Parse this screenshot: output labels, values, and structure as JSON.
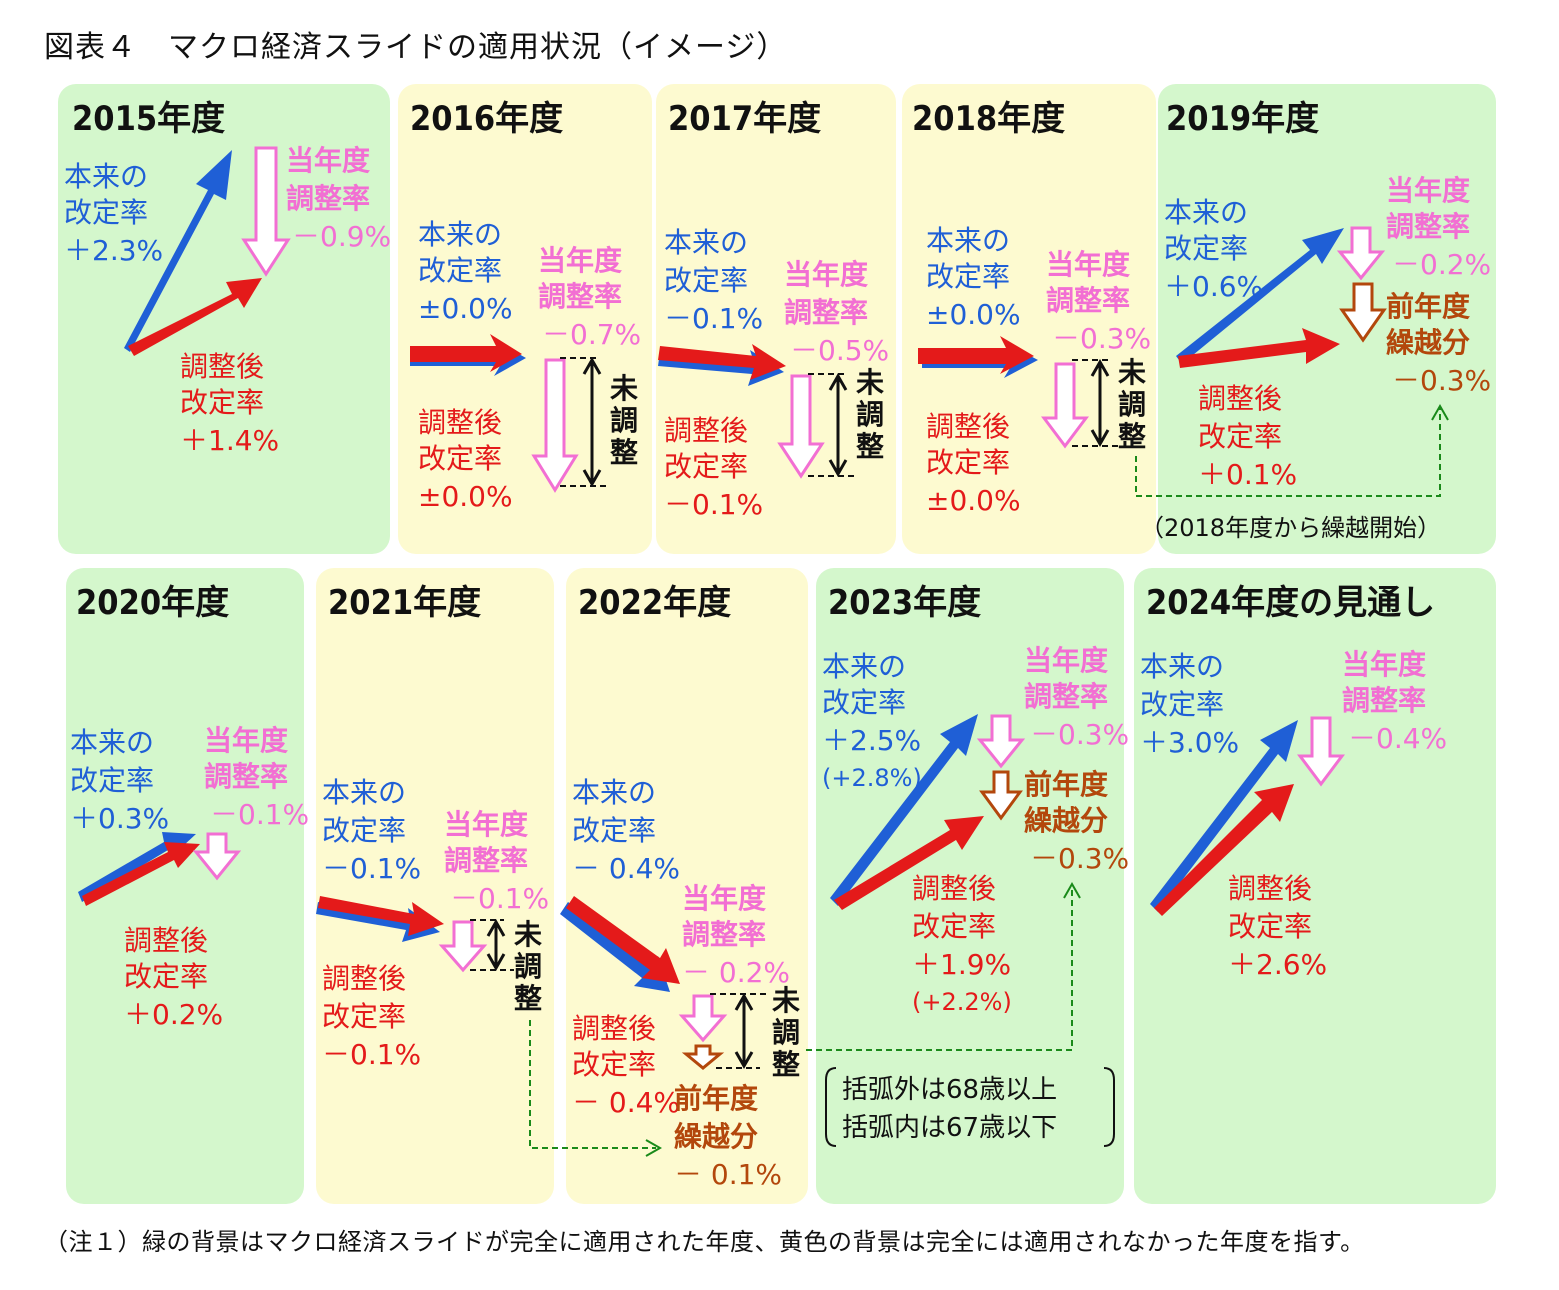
{
  "title": "図表４　マクロ経済スライドの適用状況（イメージ）",
  "note": "（注１）緑の背景はマクロ経済スライドが完全に適用された年度、黄色の背景は完全には適用されなかった年度を指す。",
  "colors": {
    "green_bg": "#d4f7cc",
    "yellow_bg": "#fdfad0",
    "blue": "#1f5fd6",
    "red": "#e41a1a",
    "pink": "#f26fd3",
    "brown": "#b3470c"
  },
  "labels": {
    "honrai_1": "本来の",
    "honrai_2": "改定率",
    "chousei_1": "調整後",
    "chousei_2": "改定率",
    "tounen_1": "当年度",
    "tounen_2": "調整率",
    "zennen_1": "前年度",
    "zennen_2": "繰越分",
    "michousei_1": "未",
    "michousei_2": "調",
    "michousei_3": "整"
  },
  "panels": {
    "p2015": {
      "year": "2015年度",
      "honrai": "＋2.3%",
      "chousei": "＋1.4%",
      "tounen": "－0.9%"
    },
    "p2016": {
      "year": "2016年度",
      "honrai": "±0.0%",
      "chousei": "±0.0%",
      "tounen": "－0.7%"
    },
    "p2017": {
      "year": "2017年度",
      "honrai": "－0.1%",
      "chousei": "－0.1%",
      "tounen": "－0.5%"
    },
    "p2018": {
      "year": "2018年度",
      "honrai": "±0.0%",
      "chousei": "±0.0%",
      "tounen": "－0.3%"
    },
    "p2019": {
      "year": "2019年度",
      "honrai": "＋0.6%",
      "chousei": "＋0.1%",
      "tounen": "－0.2%",
      "zennen": "－0.3%",
      "carry_note": "（2018年度から繰越開始）"
    },
    "p2020": {
      "year": "2020年度",
      "honrai": "＋0.3%",
      "chousei": "＋0.2%",
      "tounen": "－0.1%"
    },
    "p2021": {
      "year": "2021年度",
      "honrai": "－0.1%",
      "chousei": "－0.1%",
      "tounen": "－0.1%"
    },
    "p2022": {
      "year": "2022年度",
      "honrai": "－ 0.4%",
      "chousei": "－ 0.4%",
      "tounen": "－ 0.2%",
      "zennen": "－ 0.1%"
    },
    "p2023": {
      "year": "2023年度",
      "honrai": "＋2.5%",
      "honrai_sub": "(+2.8%)",
      "chousei": "＋1.9%",
      "chousei_sub": "(+2.2%)",
      "tounen": "－0.3%",
      "zennen": "－0.3%",
      "bracket_1": "括弧外は68歳以上",
      "bracket_2": "括弧内は67歳以下"
    },
    "p2024": {
      "year": "2024年度の見通し",
      "honrai": "＋3.0%",
      "chousei": "＋2.6%",
      "tounen": "－0.4%"
    }
  }
}
